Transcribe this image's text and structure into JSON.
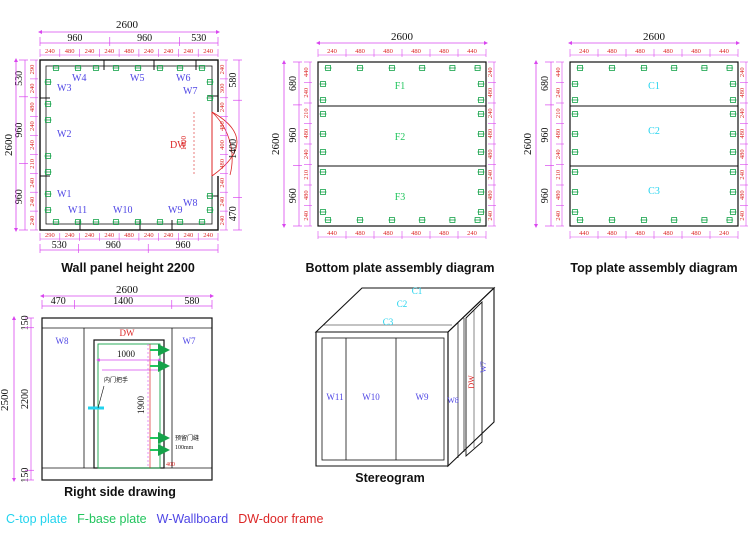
{
  "colors": {
    "ceiling": "#22d3ee",
    "floor": "#22c55e",
    "wall": "#4f46e5",
    "door": "#dc2626",
    "dimension": "#d946ef",
    "dimension_green": "#16a34a",
    "outline": "#111111"
  },
  "panel_plan": {
    "caption": "Wall panel height 2200",
    "top_total": "2600",
    "top_row": [
      "960",
      "960",
      "530"
    ],
    "top_small": [
      "240",
      "480",
      "240",
      "240",
      "480",
      "240",
      "240",
      "240",
      "240"
    ],
    "bottom_row": [
      "530",
      "960",
      "960"
    ],
    "bottom_small": [
      "290",
      "240",
      "240",
      "240",
      "480",
      "240",
      "240",
      "240",
      "240"
    ],
    "left_total": "2600",
    "left_row": [
      "530",
      "960",
      "960"
    ],
    "left_small": [
      "290",
      "240",
      "480",
      "240",
      "240",
      "210",
      "240",
      "240",
      "240"
    ],
    "right_row": [
      "580",
      "1400",
      "470"
    ],
    "right_small": [
      "240",
      "300",
      "240",
      "480",
      "400",
      "480",
      "240",
      "240",
      "240"
    ],
    "walls": [
      "W1",
      "W2",
      "W3",
      "W4",
      "W5",
      "W6",
      "W7",
      "W8",
      "W9",
      "W10",
      "W11"
    ],
    "door_label": "DW",
    "door_width": "1000"
  },
  "bottom_plate": {
    "caption": "Bottom plate assembly diagram",
    "top_total": "2600",
    "top_small": [
      "240",
      "480",
      "480",
      "480",
      "480",
      "440"
    ],
    "bottom_small": [
      "440",
      "480",
      "480",
      "480",
      "480",
      "240"
    ],
    "left_total": "2600",
    "left_row": [
      "680",
      "960",
      "960"
    ],
    "left_small": [
      "440",
      "240",
      "210",
      "480",
      "240",
      "210",
      "480",
      "240"
    ],
    "right_small": [
      "240",
      "480",
      "240",
      "480",
      "480",
      "240",
      "480",
      "240"
    ],
    "labels": [
      "F1",
      "F2",
      "F3"
    ]
  },
  "top_plate": {
    "caption": "Top plate assembly diagram",
    "top_total": "2600",
    "top_small": [
      "240",
      "480",
      "480",
      "480",
      "480",
      "440"
    ],
    "bottom_small": [
      "440",
      "480",
      "480",
      "480",
      "480",
      "240"
    ],
    "left_total": "2600",
    "left_row": [
      "680",
      "960",
      "960"
    ],
    "left_small": [
      "440",
      "240",
      "210",
      "480",
      "240",
      "210",
      "480",
      "240"
    ],
    "right_small": [
      "240",
      "480",
      "240",
      "480",
      "480",
      "240",
      "480",
      "240"
    ],
    "labels": [
      "C1",
      "C2",
      "C3"
    ]
  },
  "side_view": {
    "caption": "Right side drawing",
    "top_total": "2600",
    "top_row": [
      "470",
      "1400",
      "580"
    ],
    "left_total": "2500",
    "left_row": [
      "150",
      "2200",
      "150"
    ],
    "walls": [
      "W8",
      "W7"
    ],
    "door_label": "DW",
    "door_width": "1000",
    "door_height": "1900",
    "handle_note": "内门把手",
    "hinge_note": "预留门缝",
    "hinge_gap": "100mm",
    "threshold": "400"
  },
  "stereo": {
    "caption": "Stereogram",
    "ceiling": [
      "C1",
      "C2",
      "C3"
    ],
    "walls": [
      "W11",
      "W10",
      "W9",
      "W8",
      "W7"
    ],
    "door": "DW"
  },
  "legend": {
    "ceiling": "C-top plate",
    "floor": "F-base plate",
    "wall": "W-Wallboard",
    "door": "DW-door frame"
  }
}
